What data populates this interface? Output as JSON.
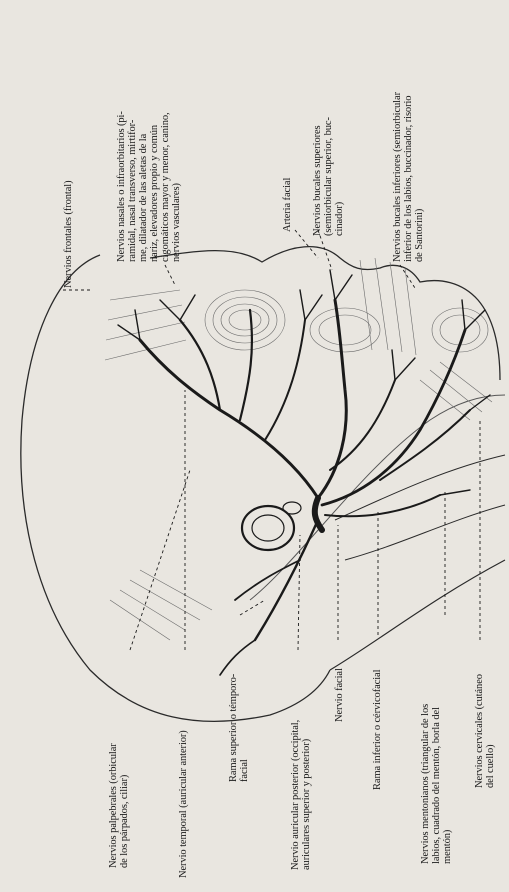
{
  "figure": {
    "labels": {
      "nervios_frontales": [
        "Nervios frontales (frontal)"
      ],
      "nervios_nasales": [
        "Nervios nasales o infraorbitarios (pi-",
        "ramidal, nasal transverso, mirtifor-",
        "me, dilatador de las aletas de la",
        "nariz, elevadores propio y común",
        "cigomáticos mayor y menor, canino,",
        "nervios vasculares)"
      ],
      "arteria_facial": [
        "Arteria facial"
      ],
      "bucales_superiores": [
        "Nervios bucales superiores",
        "(semiorbicular superior, buc-",
        "cinador)"
      ],
      "bucales_inferiores": [
        "Nervios bucales inferiores (semiorbicular",
        "inferior de los labios, buccinador, risorio",
        "de Santorini)"
      ],
      "palpebrales": [
        "Nervios palpebrales (orbicular",
        "de los párpados, ciliar)"
      ],
      "temporal": [
        "Nervio temporal (auricular anterior)"
      ],
      "rama_superior": [
        "Rama superior o témporo-",
        "facial"
      ],
      "auricular_posterior": [
        "Nervio auricular posterior (occipital,",
        "auriculares superior y posterior)"
      ],
      "nervio_facial": [
        "Nervio facial"
      ],
      "rama_inferior": [
        "Rama inferior o cérvicofacial"
      ],
      "mentonianos": [
        "Nervios mentonianos (triangular de los",
        "labios, cuadrado del mentón, borla del",
        "mentón)"
      ],
      "cervicales": [
        "Nervios cervicales (cutáneo",
        "del cuello)"
      ]
    },
    "colors": {
      "paper": "#e9e6e0",
      "ink": "#1b1b1b",
      "nerve": "#1a1a1a",
      "hatch": "#6a6a6a"
    }
  }
}
